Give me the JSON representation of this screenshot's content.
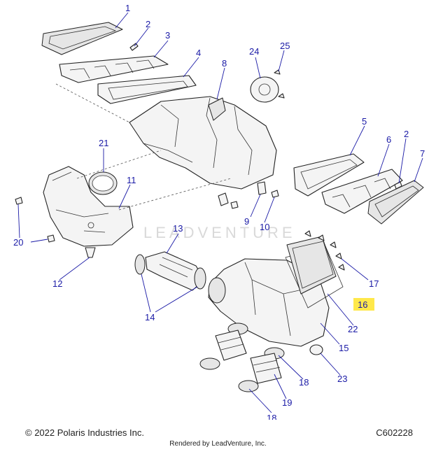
{
  "watermark": "LEADVENTURE",
  "footer": {
    "copyright": "© 2022 Polaris Industries Inc.",
    "code": "C602228",
    "rendered_by": "Rendered by LeadVenture, Inc."
  },
  "colors": {
    "callout": "#1a1aa6",
    "highlight": "#ffe84a"
  },
  "callouts": [
    {
      "id": "c1",
      "text": "1"
    },
    {
      "id": "c2a",
      "text": "2"
    },
    {
      "id": "c3",
      "text": "3"
    },
    {
      "id": "c4",
      "text": "4"
    },
    {
      "id": "c8",
      "text": "8"
    },
    {
      "id": "c24",
      "text": "24"
    },
    {
      "id": "c25",
      "text": "25"
    },
    {
      "id": "c21",
      "text": "21"
    },
    {
      "id": "c11",
      "text": "11"
    },
    {
      "id": "c20",
      "text": "20"
    },
    {
      "id": "c12",
      "text": "12"
    },
    {
      "id": "c5",
      "text": "5"
    },
    {
      "id": "c6",
      "text": "6"
    },
    {
      "id": "c2b",
      "text": "2"
    },
    {
      "id": "c7",
      "text": "7"
    },
    {
      "id": "c9",
      "text": "9"
    },
    {
      "id": "c10",
      "text": "10"
    },
    {
      "id": "c13",
      "text": "13"
    },
    {
      "id": "c14",
      "text": "14"
    },
    {
      "id": "c17",
      "text": "17"
    },
    {
      "id": "c16",
      "text": "16",
      "highlighted": true
    },
    {
      "id": "c22",
      "text": "22"
    },
    {
      "id": "c15",
      "text": "15"
    },
    {
      "id": "c23",
      "text": "23"
    },
    {
      "id": "c18a",
      "text": "18"
    },
    {
      "id": "c19",
      "text": "19"
    },
    {
      "id": "c18b",
      "text": "18"
    }
  ]
}
